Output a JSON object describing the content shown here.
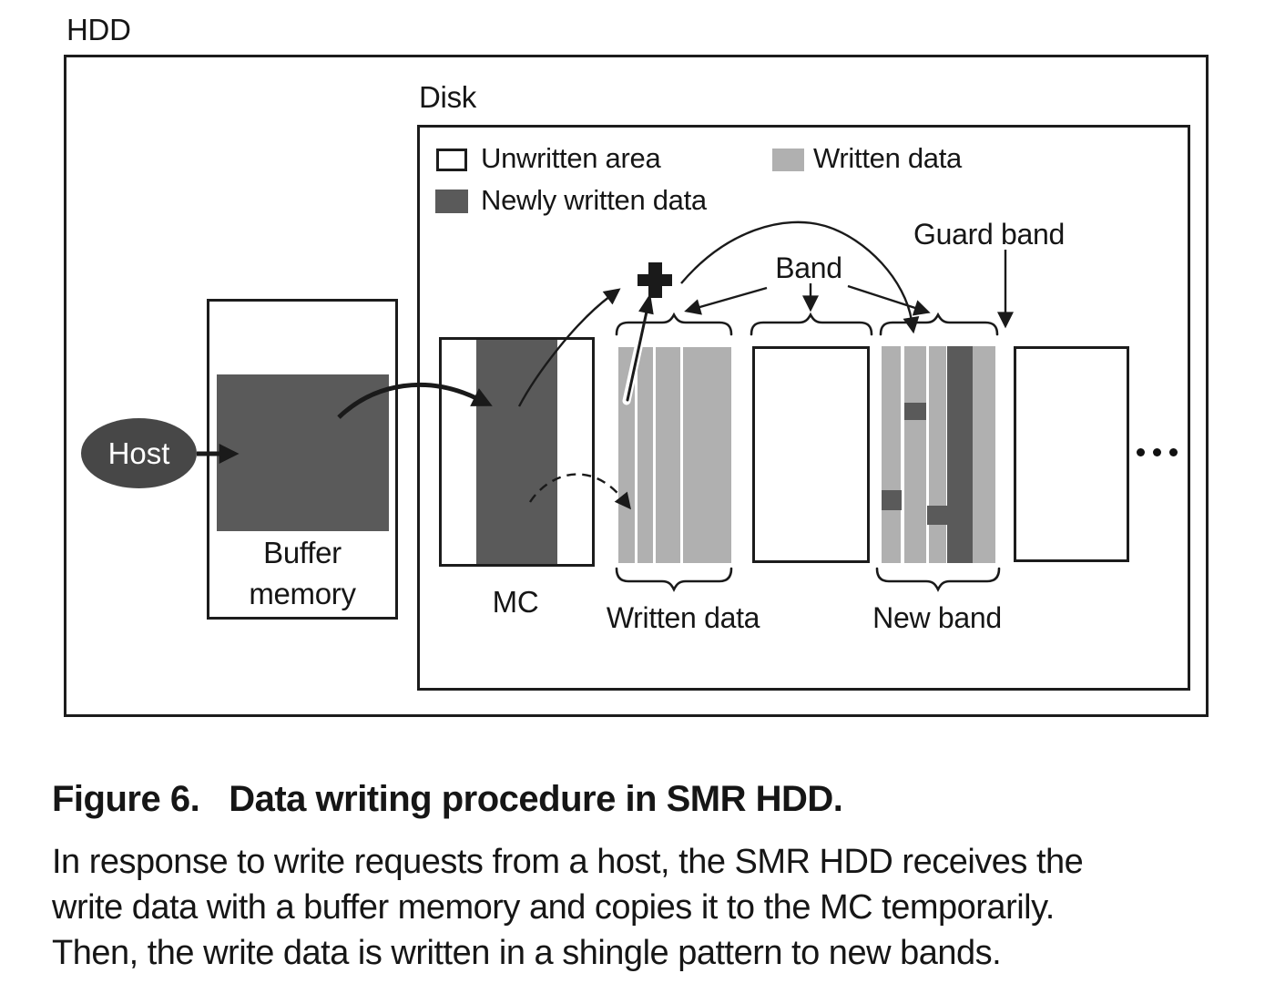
{
  "labels": {
    "hdd": "HDD",
    "disk": "Disk",
    "host": "Host",
    "buffer_memory_line1": "Buffer",
    "buffer_memory_line2": "memory",
    "mc": "MC",
    "band": "Band",
    "guard_band": "Guard band",
    "written_data_bottom": "Written data",
    "new_band": "New band"
  },
  "legend": {
    "unwritten": "Unwritten area",
    "written": "Written data",
    "newly_written": "Newly written data"
  },
  "caption": {
    "figure_label": "Figure 6.",
    "figure_title": "Data writing procedure in SMR HDD.",
    "body_lines": [
      "In response to write requests from a host, the SMR HDD receives the",
      "write data with a buffer memory and copies it to the MC temporarily.",
      "Then, the write data is written in a shingle pattern to new bands."
    ]
  },
  "colors": {
    "dark_gray": "#5a5a5a",
    "light_gray": "#b0b0b0",
    "host_fill": "#474747",
    "line_black": "#1a1a1a"
  }
}
